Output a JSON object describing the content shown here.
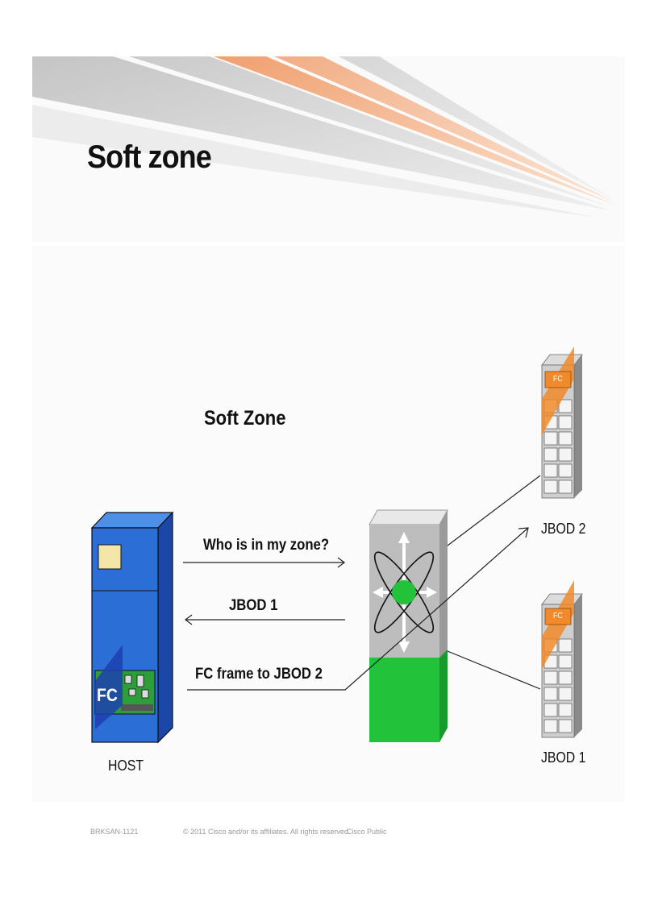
{
  "slide": {
    "title": "Soft zone"
  },
  "diagram": {
    "heading": "Soft Zone",
    "host": {
      "label": "HOST",
      "card_label": "FC"
    },
    "storage": [
      {
        "label": "JBOD 2",
        "tag": "FC"
      },
      {
        "label": "JBOD 1",
        "tag": "FC"
      }
    ],
    "messages": [
      {
        "text": "Who is in my zone?",
        "direction": "host-to-switch"
      },
      {
        "text": "JBOD 1",
        "direction": "switch-to-host"
      },
      {
        "text": "FC frame to JBOD 2",
        "direction": "host-to-jbod2"
      }
    ],
    "colors": {
      "host": "#1f5fc4",
      "switch_zone": "#22c23a",
      "accent": "#f08a2a"
    }
  },
  "footer": {
    "session": "BRKSAN-1121",
    "copyright": "© 2011 Cisco and/or its affiliates. All rights reserved.",
    "classification": "Cisco Public"
  }
}
